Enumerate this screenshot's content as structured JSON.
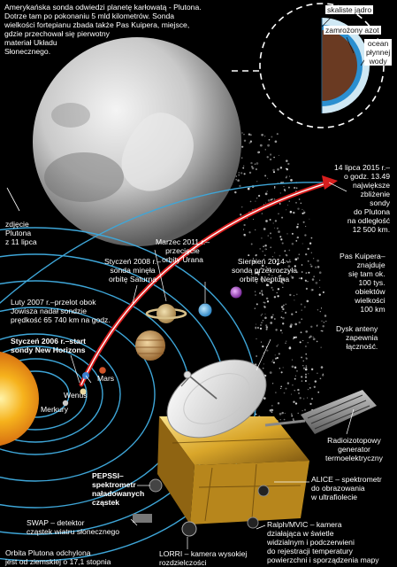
{
  "intro": [
    "Amerykańska sonda odwiedzi planetę karłowatą - Plutona.",
    "Dotrze tam po pokonaniu 5 mld kilometrów. Sonda",
    "wielkości fortepianu zbada także Pas Kuipera, miejsce,",
    "gdzie przechował się pierwotny",
    "materiał Układu",
    "Słonecznego."
  ],
  "structure": {
    "crust": "skaliste jądro",
    "ice": [
      "zamrożony azot"
    ],
    "ocean": [
      "ocean",
      "płynnej",
      "wody"
    ]
  },
  "photo_caption": [
    "zdjęcie",
    "Plutona",
    "z 11 lipca"
  ],
  "timeline": {
    "jan2006": [
      "Styczeń 2006 r.–start",
      "sondy New Horizons"
    ],
    "feb2007": [
      "Luty 2007 r.–przelot obok",
      "Jowisza nadał sondzie",
      "prędkość 65 740 km na godz."
    ],
    "jan2008": [
      "Styczeń 2008 r.–",
      "sonda minęła",
      "orbitę Saturna"
    ],
    "mar2011": [
      "Marzec 2011 r.–",
      "przecięcie",
      "orbity Urana"
    ],
    "aug2014": [
      "Sierpień 2014 –",
      "sonda przekroczyła",
      "orbitę Neptuna"
    ],
    "jul2015": [
      "14 lipca 2015 r.–",
      "o godz. 13.49",
      "największe",
      "zbliżenie",
      "sondy",
      "do Plutona",
      "na odległość",
      "12 500 km."
    ]
  },
  "kuiper": [
    "Pas Kuipera–",
    "znajduje",
    "się tam ok.",
    "100 tys.",
    "obiektów",
    "wielkości",
    "100 km"
  ],
  "planets": {
    "mars": "Mars",
    "venus": "Wenus",
    "mercury": "Merkury"
  },
  "probe_parts": {
    "dish": [
      "Dysk anteny",
      "zapewnia",
      "łączność."
    ],
    "rtg": [
      "Radioizotopowy",
      "generator",
      "termoelektryczny"
    ],
    "pepssi": [
      "PEPSSI–",
      "spektrometr",
      "naładowanych",
      "cząstek"
    ],
    "alice": [
      "ALICE – spektrometr",
      "do obrazowania",
      "w ultrafiolecie"
    ],
    "swap": [
      "SWAP – detektor",
      "cząstek wiatru słonecznego"
    ],
    "lorri": [
      "LORRI – kamera wysokiej",
      "rozdzielczości"
    ],
    "ralph": [
      "Ralph/MVIC – kamera",
      "działająca w świetle",
      "widzialnym i podczerwieni",
      "do rejestracji temperatury",
      "powierzchni i sporządzenia mapy"
    ]
  },
  "orbit_note": [
    "Orbita Plutona odchylona",
    "jest od ziemskiej o 17,1 stopnia"
  ],
  "colors": {
    "background": "#000000",
    "orbit": "#3ea6d8",
    "trajectory": "#d81e1e",
    "sun": "#f6b21c",
    "gold": "#d9a62a",
    "ocean": "#cfe8f4",
    "core": "#6a3a22"
  }
}
